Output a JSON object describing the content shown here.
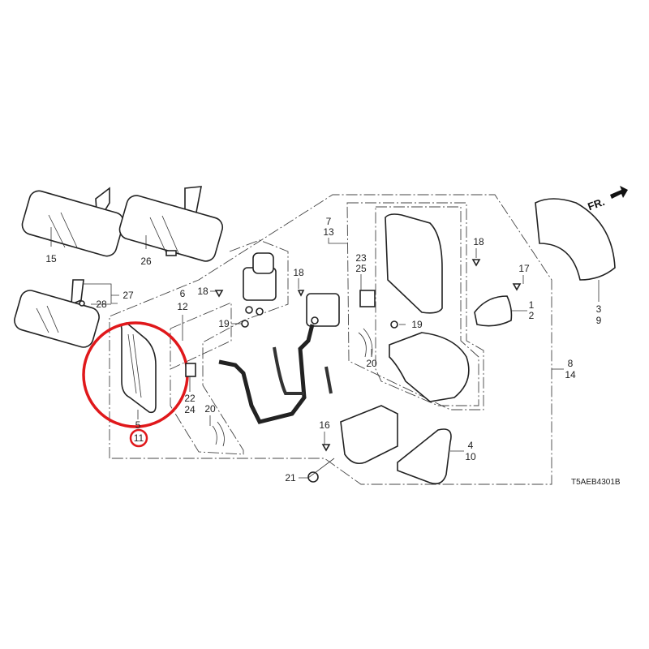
{
  "diagram": {
    "code": "T5AEB4301B",
    "direction_label": "FR.",
    "highlight_color": "#e0181b",
    "labels": {
      "p15": "15",
      "p26": "26",
      "p27": "27",
      "p28": "28",
      "p6": "6",
      "p12": "12",
      "p18a": "18",
      "p19a": "19",
      "p18b": "18",
      "p7": "7",
      "p13": "13",
      "p23": "23",
      "p25": "25",
      "p18c": "18",
      "p17": "17",
      "p1": "1",
      "p2": "2",
      "p3": "3",
      "p9": "9",
      "p19b": "19",
      "p20a": "20",
      "p8": "8",
      "p14": "14",
      "p22": "22",
      "p24": "24",
      "p20b": "20",
      "p5": "5",
      "p11": "11",
      "p16": "16",
      "p4": "4",
      "p10": "10",
      "p21": "21"
    }
  }
}
